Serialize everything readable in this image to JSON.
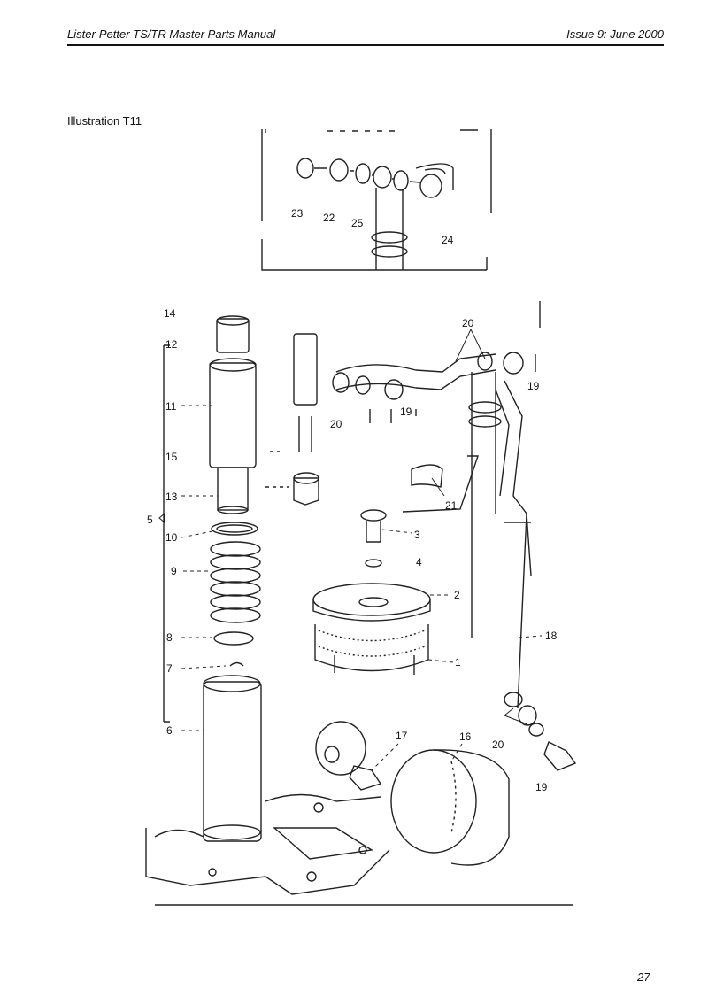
{
  "header": {
    "left_title": "Lister-Petter TS/TR Master Parts Manual",
    "right_issue": "Issue 9: June 2000"
  },
  "caption": "Illustration T11",
  "page_number": "27",
  "callouts": {
    "inset": [
      "23",
      "22",
      "25",
      "24"
    ],
    "main": [
      "14",
      "12",
      "11",
      "15",
      "13",
      "5",
      "10",
      "9",
      "8",
      "7",
      "6",
      "20",
      "20",
      "19",
      "19",
      "21",
      "3",
      "4",
      "2",
      "1",
      "18",
      "17",
      "16",
      "20",
      "19"
    ]
  }
}
